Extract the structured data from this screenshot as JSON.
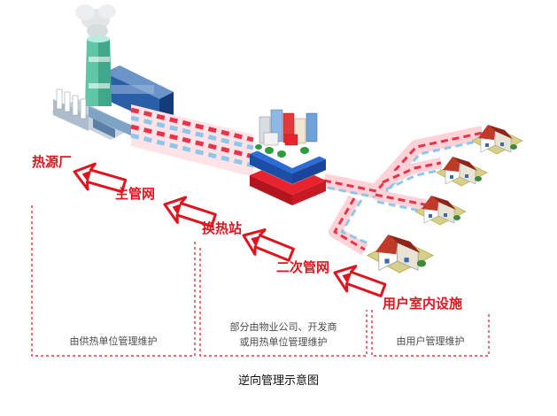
{
  "labels": {
    "plant": "热源厂",
    "main_network": "主管网",
    "exchange_station": "换热站",
    "secondary_network": "二次管网",
    "indoor_facilities": "用户室内设施"
  },
  "notes": {
    "left": "由供热单位管理维护",
    "middle_line1": "部分由物业公司、开发商",
    "middle_line2": "或用热单位管理维护",
    "right": "由用户管理维护"
  },
  "caption": "逆向管理示意图",
  "colors": {
    "label_red": "#e0141e",
    "dashed_red": "#e0141e",
    "pipe_red": "#e8334a",
    "pipe_blue": "#8fc6ec",
    "ground_olive": "#d6d08a",
    "building_blue": "#2a5fa8",
    "chimney_green": "#5fc7a6"
  }
}
